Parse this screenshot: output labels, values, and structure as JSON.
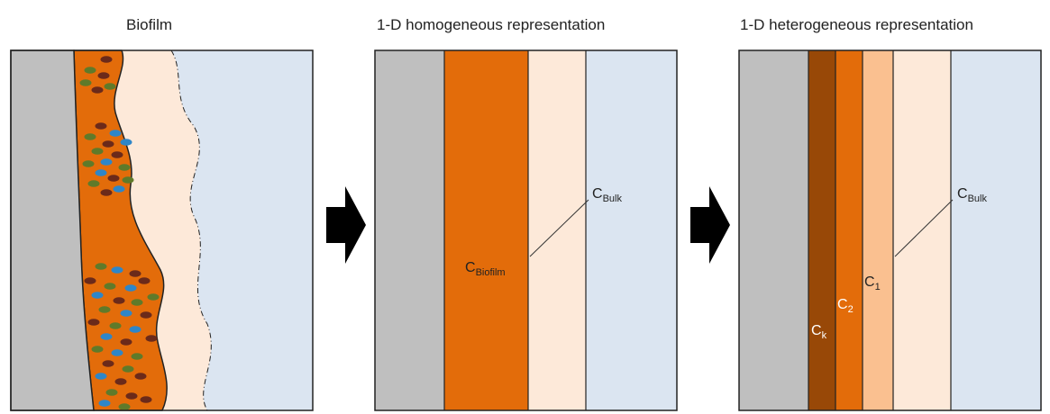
{
  "panels": {
    "biofilm": {
      "title": "Biofilm"
    },
    "homogeneous": {
      "title": "1-D homogeneous representation",
      "c_biofilm": {
        "main": "C",
        "sub": "Biofilm"
      },
      "c_bulk": {
        "main": "C",
        "sub": "Bulk"
      }
    },
    "heterogeneous": {
      "title": "1-D heterogeneous representation",
      "c_bulk": {
        "main": "C",
        "sub": "Bulk"
      },
      "c_1": {
        "main": "C",
        "sub": "1"
      },
      "c_2": {
        "main": "C",
        "sub": "2"
      },
      "c_k": {
        "main": "C",
        "sub": "k"
      }
    }
  },
  "colors": {
    "substrate": "#bfbfbf",
    "biofilm": "#e36c0a",
    "boundary_layer": "#fde9d9",
    "bulk": "#dbe5f1",
    "layer_k": "#984807",
    "layer_1": "#fac090",
    "arrow": "#000000"
  },
  "icons": [
    "right-arrow-icon",
    "right-arrow-icon"
  ]
}
